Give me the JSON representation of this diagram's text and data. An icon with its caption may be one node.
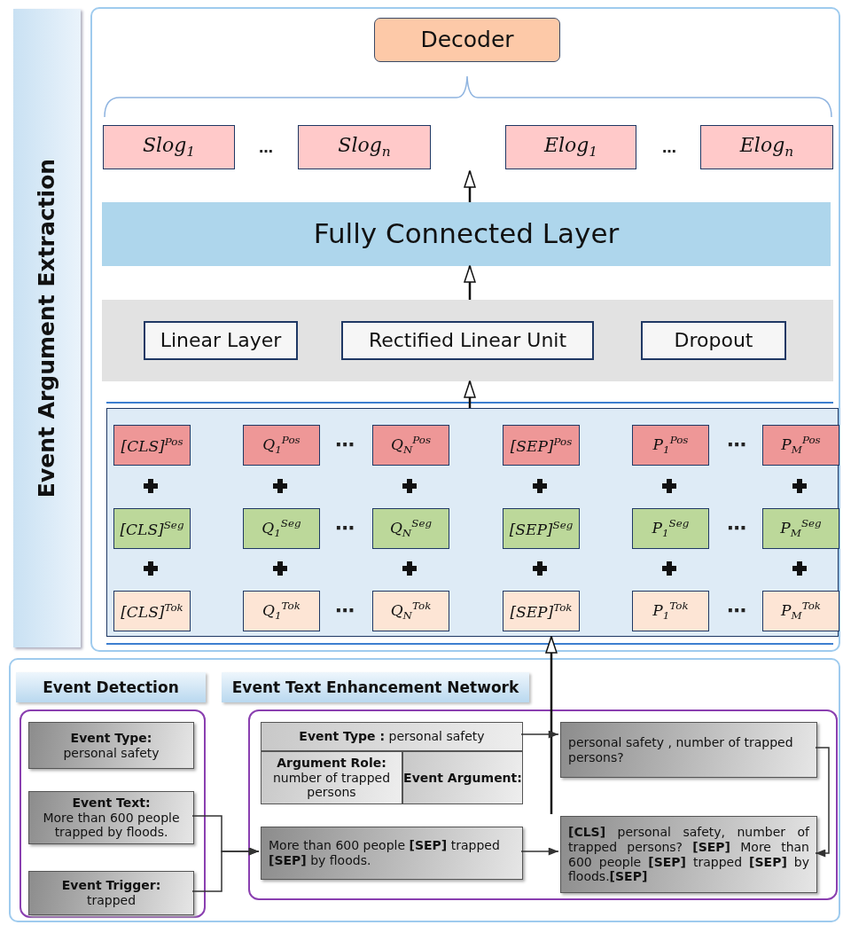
{
  "diagram": {
    "nodes": [
      {
        "text": [
          "Event Argument Extraction"
        ]
      },
      {
        "text": [
          "Decoder"
        ]
      },
      {
        "text": [
          "Slog$_{1}$"
        ]
      },
      {
        "text": [
          "Slog$_{n}$"
        ]
      },
      {
        "text": [
          "Elog$_{1}$"
        ]
      },
      {
        "text": [
          "Elog$_{n}$"
        ]
      },
      {
        "text": [
          "Fully Connected Layer"
        ]
      },
      {
        "text": [],
        "shape": "bar"
      },
      {
        "text": [
          "Linear Layer"
        ],
        "in": 7
      },
      {
        "text": [
          "Rectified Linear Unit"
        ],
        "in": 7
      },
      {
        "text": [
          "Dropout"
        ],
        "in": 7
      },
      {
        "text": [],
        "shape": "box"
      },
      {
        "text": [
          "[CLS]$^{Pos}$"
        ],
        "in": 11
      },
      {
        "text": [
          "Q$_{1}$$^{Pos}$"
        ],
        "in": 11
      },
      {
        "text": [
          "Q$_{N}$$^{Pos}$"
        ],
        "in": 11
      },
      {
        "text": [
          "[SEP]$^{Pos}$"
        ],
        "in": 11
      },
      {
        "text": [
          "P$_{1}$$^{Pos}$"
        ],
        "in": 11
      },
      {
        "text": [
          "P$_{M}$$^{Pos}$"
        ],
        "in": 11
      },
      {
        "text": [
          "[CLS]$^{Seg}$"
        ],
        "in": 11
      },
      {
        "text": [
          "Q$_{1}$$^{Seg}$"
        ],
        "in": 11
      },
      {
        "text": [
          "Q$_{N}$$^{Seg}$"
        ],
        "in": 11
      },
      {
        "text": [
          "[SEP]$^{Seg}$"
        ],
        "in": 11
      },
      {
        "text": [
          "P$_{1}$$^{Seg}$"
        ],
        "in": 11
      },
      {
        "text": [
          "P$_{M}$$^{Seg}$"
        ],
        "in": 11
      },
      {
        "text": [
          "[CLS]$^{Tok}$"
        ],
        "in": 11
      },
      {
        "text": [
          "Q$_{1}$$^{Tok}$"
        ],
        "in": 11
      },
      {
        "text": [
          "Q$_{N}$$^{Tok}$"
        ],
        "in": 11
      },
      {
        "text": [
          "[SEP]$^{Tok}$"
        ],
        "in": 11
      },
      {
        "text": [
          "P$_{1}$$^{Tok}$"
        ],
        "in": 11
      },
      {
        "text": [
          "P$_{M}$$^{Tok}$"
        ],
        "in": 11
      },
      {
        "text": [
          "Event Detection"
        ]
      },
      {
        "text": [
          "Event Text Enhancement Network"
        ]
      },
      {
        "text": [],
        "shape": "box"
      },
      {
        "text": [
          "Event Type:",
          "personal safety"
        ],
        "in": 32
      },
      {
        "text": [
          "Event Text:",
          "More than 600 people trapped by floods."
        ],
        "in": 32
      },
      {
        "text": [
          "Event Trigger:",
          "trapped"
        ],
        "in": 32
      },
      {
        "text": [],
        "shape": "box"
      },
      {
        "text": [
          "**Event Type :** personal safety"
        ],
        "in": 36
      },
      {
        "text": [
          "Argument Role:",
          "number of trapped persons"
        ],
        "in": 36
      },
      {
        "text": [
          "Event Argument:"
        ],
        "in": 36
      },
      {
        "text": [
          "More than 600 people **[SEP]** trapped **[SEP]** by floods."
        ],
        "in": 36
      },
      {
        "text": [
          "personal safety , number of trapped persons?"
        ],
        "in": 36
      },
      {
        "text": [
          "**[CLS]** personal safety, number of trapped persons? **[SEP]** More than 600 people **[SEP]** trapped **[SEP]** by floods.**[SEP]**"
        ],
        "in": 36
      }
    ],
    "edges": [
      {
        "from": 6,
        "to": null,
        "arrow": "to"
      },
      {
        "from": 7,
        "to": 6,
        "arrow": "to"
      },
      {
        "from": 11,
        "to": 7,
        "arrow": "to"
      },
      {
        "from": 42,
        "to": 11,
        "arrow": "to"
      },
      {
        "from": 34,
        "to": 40,
        "arrow": "to"
      },
      {
        "from": 35,
        "to": 40,
        "arrow": "to"
      },
      {
        "from": 37,
        "to": 41,
        "arrow": "to"
      },
      {
        "from": 40,
        "to": 42,
        "arrow": "to"
      },
      {
        "from": 41,
        "to": 42,
        "arrow": "to"
      }
    ],
    "labels": [
      "…",
      "…",
      "⋯",
      "⋯",
      "⋯",
      "⋯",
      "⋯",
      "⋯"
    ]
  }
}
